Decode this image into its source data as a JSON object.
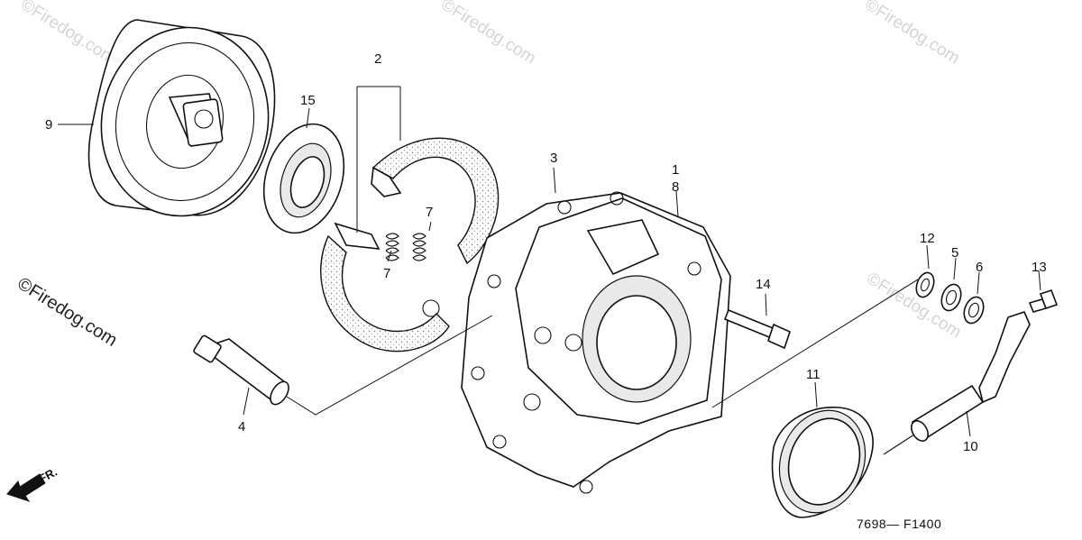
{
  "watermarks": {
    "small": "©Firedog.com",
    "large": "©Firedog.com"
  },
  "callouts": {
    "p1": "1",
    "p2": "2",
    "p3": "3",
    "p4": "4",
    "p5": "5",
    "p6": "6",
    "p7a": "7",
    "p7b": "7",
    "p8": "8",
    "p9": "9",
    "p10": "10",
    "p11": "11",
    "p12": "12",
    "p13": "13",
    "p14": "14",
    "p15": "15"
  },
  "diagram_code": "7698— F1400",
  "front_indicator": "FR.",
  "colors": {
    "ink": "#111111",
    "watermark": "#d4d4d4"
  }
}
